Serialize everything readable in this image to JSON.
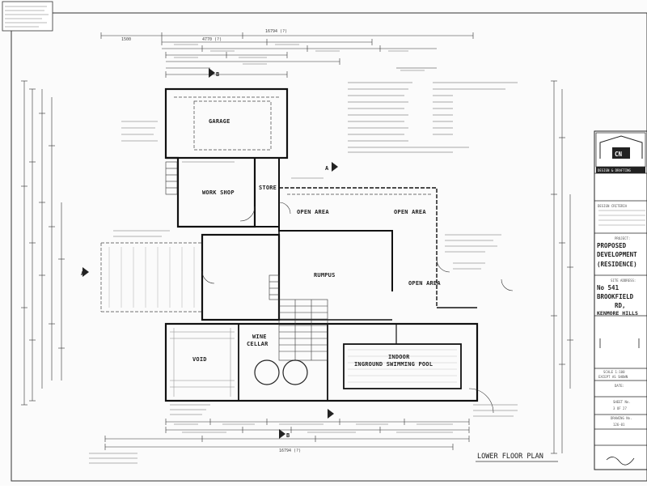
{
  "rooms": {
    "garage": "GARAGE",
    "workshop": "WORK SHOP",
    "store": "STORE",
    "open_area_1": "OPEN AREA",
    "open_area_2": "OPEN AREA",
    "open_area_3": "OPEN AREA",
    "rumpus": "RUMPUS",
    "void": "VOID",
    "wine_cellar_1": "WINE",
    "wine_cellar_2": "CELLAR",
    "pool_1": "INDOOR",
    "pool_2": "INGROUND SWIMMING POOL"
  },
  "section_marks": {
    "b_top": "B",
    "b_bottom": "B",
    "a_top": "A",
    "a_left": "A"
  },
  "dimensions": {
    "overall_top": "16794 (?)",
    "overall_bottom": "16794 (?)",
    "top_1": "1500",
    "top_2": "4770 (?)"
  },
  "plan_title": "LOWER FLOOR PLAN",
  "title_block": {
    "logo": "CN",
    "firm": "DESIGN & DRAFTING",
    "design_criteria": "DESIGN CRITERIA",
    "project_label": "PROJECT:",
    "project_line1": "PROPOSED",
    "project_line2": "DEVELOPMENT",
    "project_line3": "(RESIDENCE)",
    "site_label": "SITE ADDRESS:",
    "address1": "No 541",
    "address2": "BROOKFIELD",
    "address3": "RD,",
    "address4": "KENMORE HILLS",
    "scale_label": "SCALE 1:100",
    "scale_note": "EXCEPT AS SHOWN",
    "date_label": "DATE:",
    "sheet_label": "SHEET No.",
    "sheet_value": "3 OF 27",
    "drawing_label": "DRAWING No.",
    "drawing_value": "126-01"
  }
}
